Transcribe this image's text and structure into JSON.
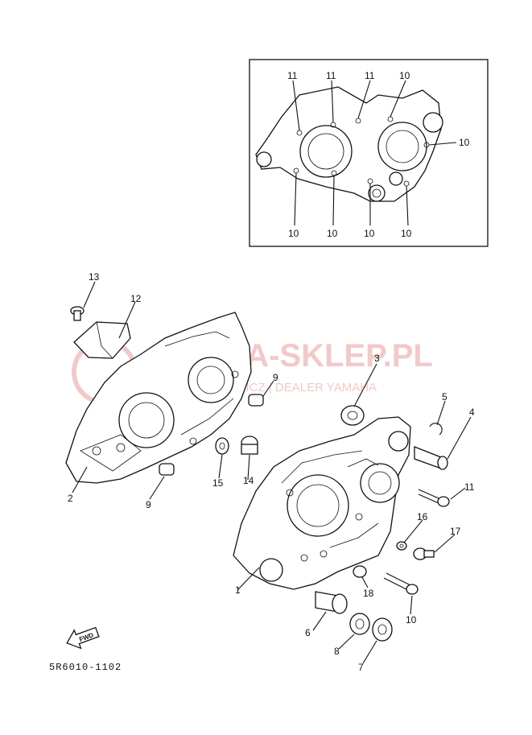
{
  "watermark": {
    "brand": "YAMA-SKLEP.PL",
    "subtitle": "CHOWICZ | DEALER YAMAHA"
  },
  "inset_labels": {
    "top": [
      "11",
      "11",
      "11",
      "10"
    ],
    "right": "10",
    "bottom": [
      "10",
      "10",
      "10",
      "10"
    ]
  },
  "callouts": {
    "p1": "1",
    "p2": "2",
    "p3": "3",
    "p4": "4",
    "p5": "5",
    "p6": "6",
    "p7": "7",
    "p8": "8",
    "p9a": "9",
    "p9b": "9",
    "p10": "10",
    "p11": "11",
    "p12": "12",
    "p13": "13",
    "p14": "14",
    "p15": "15",
    "p16": "16",
    "p17": "17",
    "p18": "18"
  },
  "fwd_label": "FWD",
  "drawing_code": "5R6010-1102",
  "colors": {
    "line": "#111111",
    "watermark": "#f2c9c9",
    "background": "#ffffff"
  }
}
